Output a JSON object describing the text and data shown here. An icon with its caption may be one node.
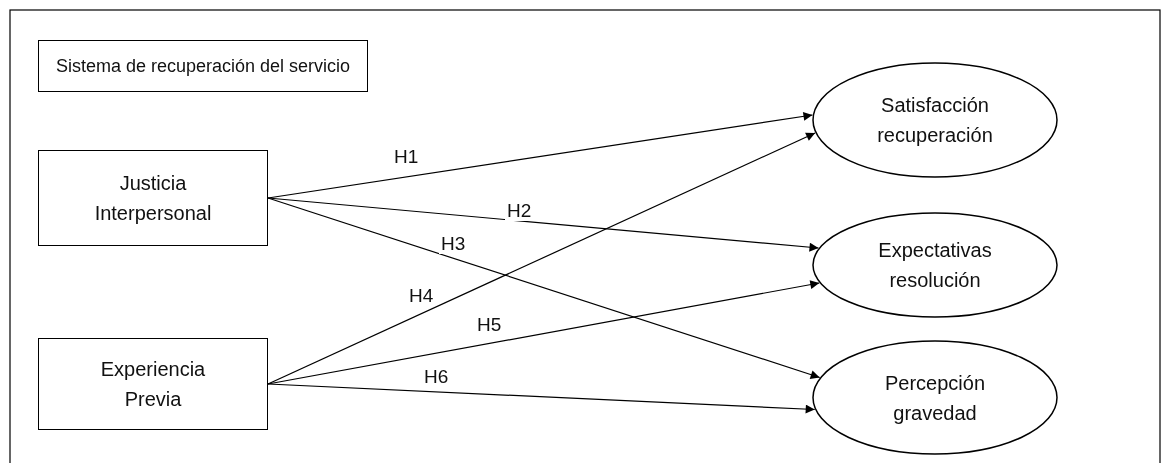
{
  "diagram": {
    "nodes": [
      {
        "text": [
          "Sistema de recuperación del servicio"
        ]
      },
      {
        "text": [
          "Justicia Interpersonal"
        ]
      },
      {
        "text": [
          "Experiencia Previa"
        ]
      },
      {
        "text": [
          "Satisfacción recuperación"
        ]
      },
      {
        "text": [
          "Expectativas resolución"
        ]
      },
      {
        "text": [
          "Percepción gravedad"
        ]
      }
    ],
    "edges": [
      {
        "from": 1,
        "to": 3,
        "arrow": "to",
        "label": "H1"
      },
      {
        "from": 1,
        "to": 4,
        "arrow": "to",
        "label": "H2"
      },
      {
        "from": 1,
        "to": 5,
        "arrow": "to",
        "label": "H3"
      },
      {
        "from": 2,
        "to": 3,
        "arrow": "to",
        "label": "H4"
      },
      {
        "from": 2,
        "to": 4,
        "arrow": "to",
        "label": "H5"
      },
      {
        "from": 2,
        "to": 5,
        "arrow": "to",
        "label": "H6"
      }
    ]
  }
}
